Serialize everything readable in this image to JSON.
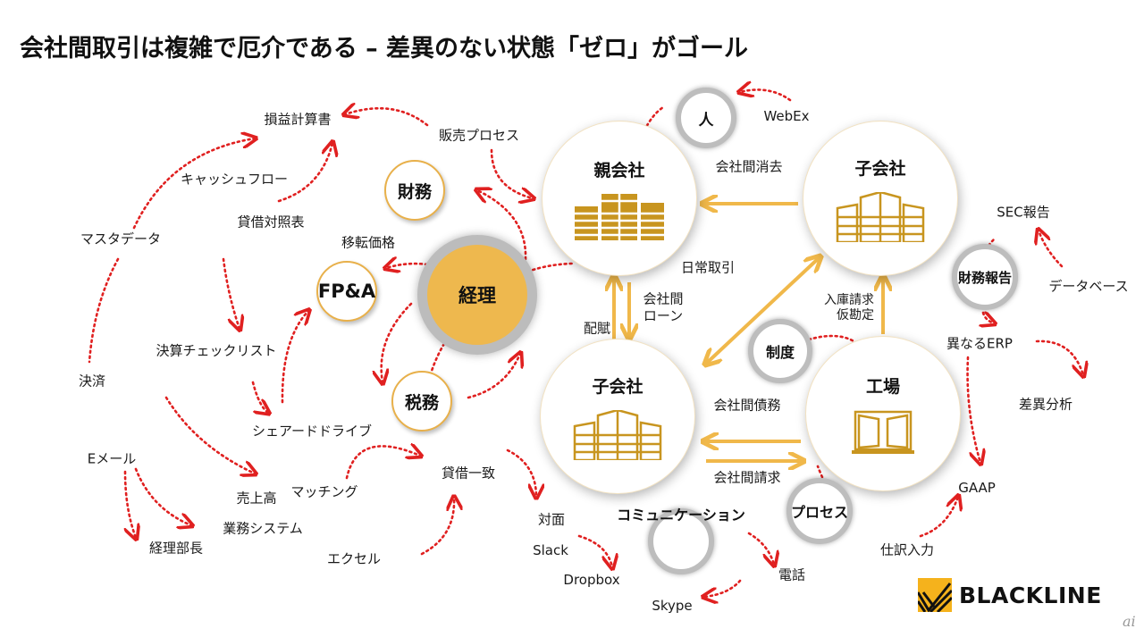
{
  "title": "会社間取引は複雑で厄介である – 差異のない状態「ゼロ」がゴール",
  "colors": {
    "accent": "#eeb84e",
    "gold": "#c8951f",
    "arrow_red": "#e02020",
    "arrow_gold": "#f0b84a"
  },
  "entities": {
    "parent": "親会社",
    "subsidiary_top": "子会社",
    "subsidiary_bottom": "子会社",
    "factory": "工場"
  },
  "hubs": {
    "keiri": "経理",
    "zaimu": "財務",
    "fpa": "FP&A",
    "zeimu": "税務",
    "hito": "人",
    "seido": "制度",
    "zaimu_hokoku": "財務報告",
    "process": "プロセス",
    "communication": "コミュニケーション"
  },
  "flow_labels": {
    "elimination": "会社間消去",
    "daily": "日常取引",
    "loan": "会社間\nローン",
    "loan_l1": "会社間",
    "loan_l2": "ローン",
    "allocation": "配賦",
    "receipt_l1": "入庫請求",
    "receipt_l2": "仮勘定",
    "payables": "会社間債務",
    "billing": "会社間請求"
  },
  "terms": {
    "pl": "損益計算書",
    "sales_process": "販売プロセス",
    "cashflow": "キャッシュフロー",
    "bs": "貸借対照表",
    "master_data": "マスタデータ",
    "transfer_pricing": "移転価格",
    "closing_checklist": "決算チェックリスト",
    "settlement": "決済",
    "shared_drive": "シェアードドライブ",
    "email": "Eメール",
    "revenue": "売上高",
    "matching": "マッチング",
    "reconcile": "貸借一致",
    "business_system": "業務システム",
    "controller": "経理部長",
    "excel": "エクセル",
    "face_to_face": "対面",
    "slack": "Slack",
    "dropbox": "Dropbox",
    "skype": "Skype",
    "phone": "電話",
    "webex": "WebEx",
    "sec": "SEC報告",
    "database": "データベース",
    "erp": "異なるERP",
    "variance": "差異分析",
    "gaap": "GAAP",
    "journal": "仕訳入力"
  },
  "logo": {
    "brand": "BLACKLINE",
    "watermark": "ai"
  }
}
